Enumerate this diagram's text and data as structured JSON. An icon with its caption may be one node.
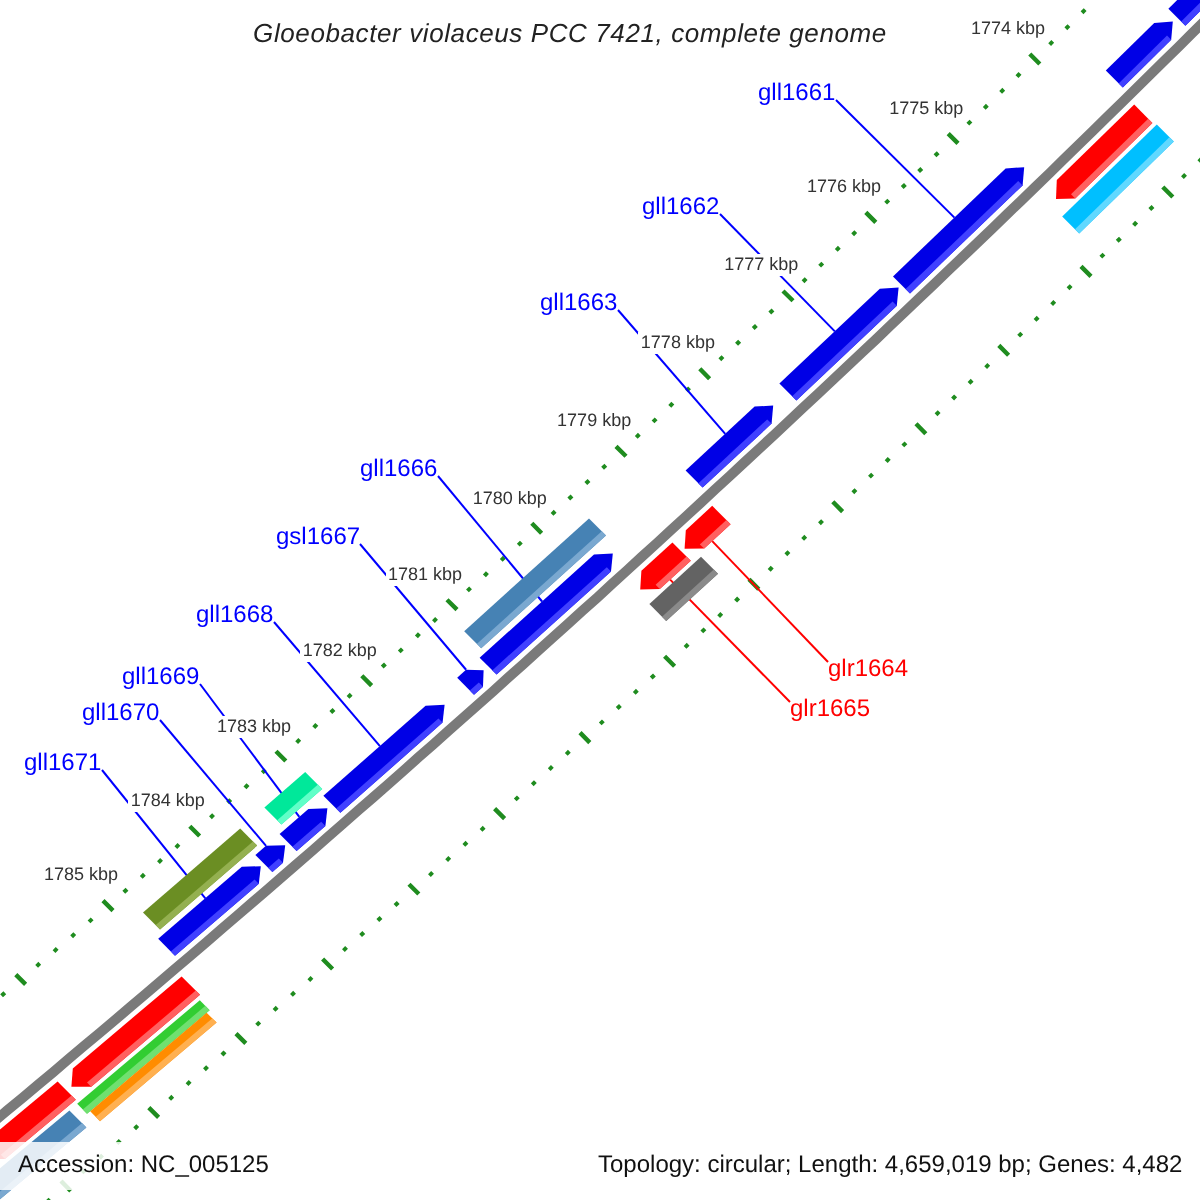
{
  "diagram": {
    "title": "Gloeobacter violaceus PCC 7421, complete genome",
    "nodes": [
      {
        "text": [
          "gll1661"
        ]
      },
      {
        "text": [],
        "shape": "bar"
      },
      {
        "text": [
          "gll1662"
        ]
      },
      {
        "text": [],
        "shape": "bar"
      },
      {
        "text": [
          "gll1663"
        ]
      },
      {
        "text": [],
        "shape": "bar"
      },
      {
        "text": [
          "gll1666"
        ]
      },
      {
        "text": [],
        "shape": "bar"
      },
      {
        "text": [
          "gsl1667"
        ]
      },
      {
        "text": [],
        "shape": "bar"
      },
      {
        "text": [
          "gll1668"
        ]
      },
      {
        "text": [],
        "shape": "bar"
      },
      {
        "text": [
          "gll1669"
        ]
      },
      {
        "text": [],
        "shape": "bar"
      },
      {
        "text": [
          "gll1670"
        ]
      },
      {
        "text": [],
        "shape": "bar"
      },
      {
        "text": [
          "gll1671"
        ]
      },
      {
        "text": [],
        "shape": "bar"
      },
      {
        "text": [
          "glr1664"
        ]
      },
      {
        "text": [],
        "shape": "bar"
      },
      {
        "text": [
          "glr1665"
        ]
      },
      {
        "text": [],
        "shape": "bar"
      },
      {
        "text": [],
        "shape": "bar"
      },
      {
        "text": [],
        "shape": "bar"
      },
      {
        "text": [],
        "shape": "bar"
      },
      {
        "text": [],
        "shape": "bar"
      },
      {
        "text": [],
        "shape": "bar"
      },
      {
        "text": [],
        "shape": "bar"
      },
      {
        "text": [],
        "shape": "bar"
      },
      {
        "text": [],
        "shape": "bar"
      },
      {
        "text": [],
        "shape": "bar"
      },
      {
        "text": [],
        "shape": "bar"
      },
      {
        "text": [],
        "shape": "bar"
      },
      {
        "text": [],
        "shape": "bar"
      },
      {
        "text": [],
        "shape": "bar"
      }
    ],
    "edges": [
      {
        "from": 0,
        "to": 1,
        "arrow": "none"
      },
      {
        "from": 2,
        "to": 3,
        "arrow": "none"
      },
      {
        "from": 4,
        "to": 5,
        "arrow": "none"
      },
      {
        "from": 6,
        "to": 7,
        "arrow": "none"
      },
      {
        "from": 8,
        "to": 9,
        "arrow": "none"
      },
      {
        "from": 10,
        "to": 11,
        "arrow": "none"
      },
      {
        "from": 12,
        "to": 13,
        "arrow": "none"
      },
      {
        "from": 14,
        "to": 15,
        "arrow": "none"
      },
      {
        "from": 16,
        "to": 17,
        "arrow": "none"
      },
      {
        "from": 18,
        "to": 19,
        "arrow": "none",
        "color": "#ff0000"
      },
      {
        "from": 20,
        "to": 21,
        "arrow": "none",
        "color": "#ff0000"
      }
    ],
    "labels": [
      "1774 kbp",
      "1775 kbp",
      "1776 kbp",
      "1777 kbp",
      "1778 kbp",
      "1779 kbp",
      "1780 kbp",
      "1781 kbp",
      "1782 kbp",
      "1783 kbp",
      "1784 kbp",
      "1785 kbp",
      "Accession: NC_005125",
      "Topology: circular; Length: 4,659,019 bp; Genes: 4,482"
    ]
  }
}
